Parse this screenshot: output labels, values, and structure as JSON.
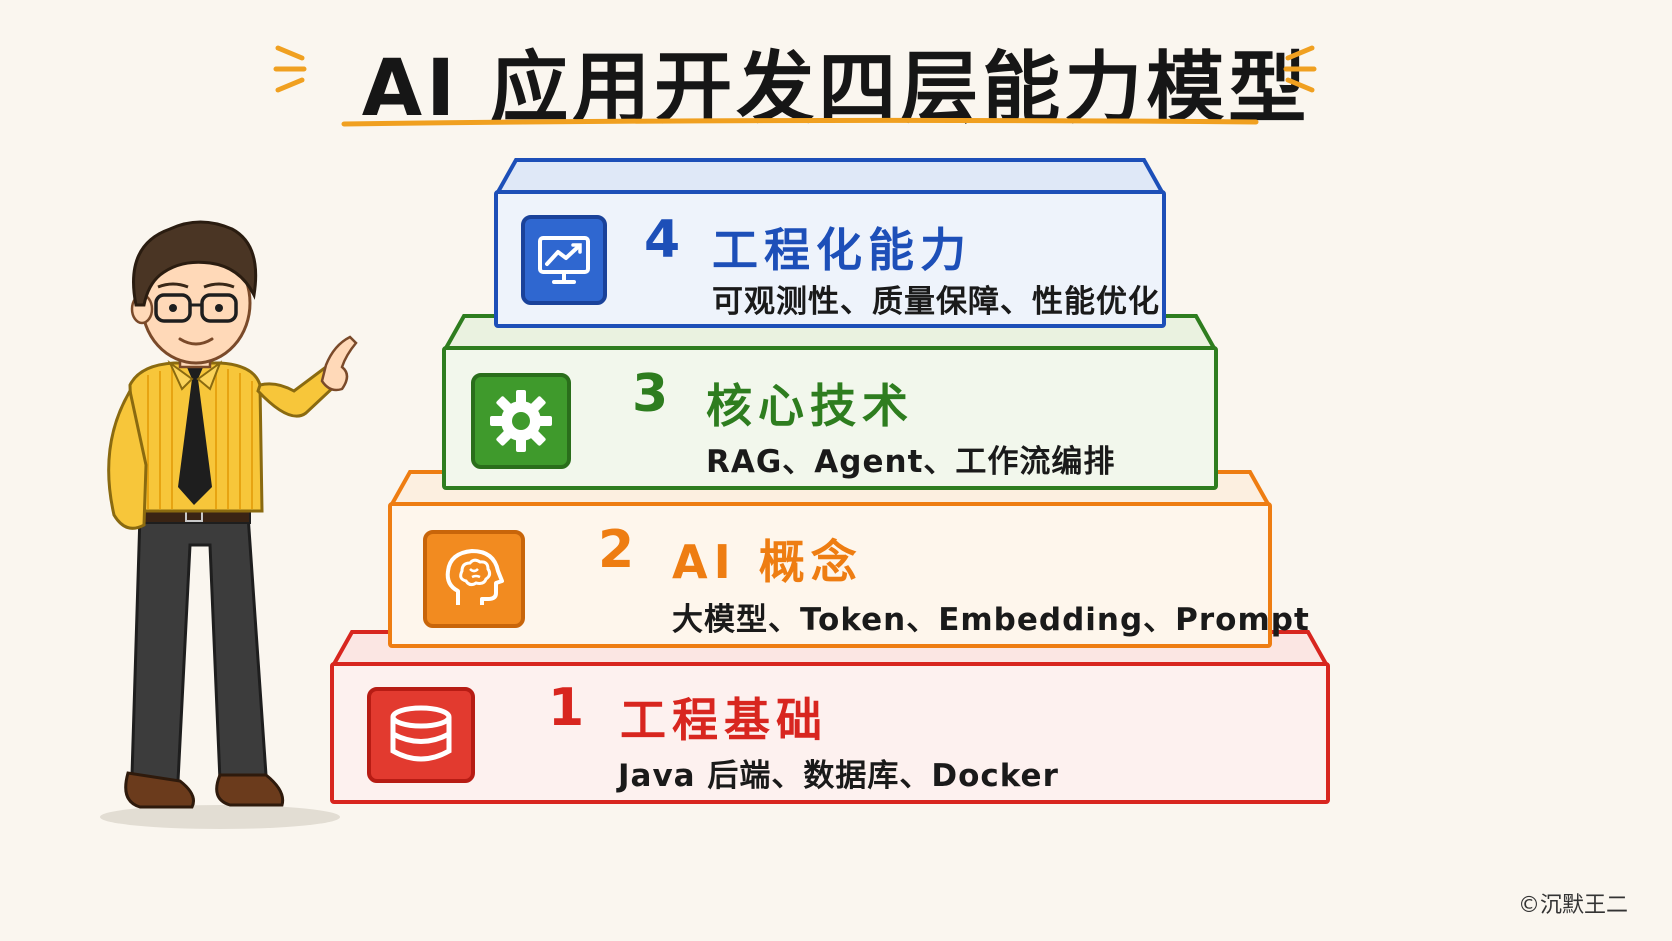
{
  "title": "AI 应用开发四层能力模型",
  "layers": [
    {
      "number": "4",
      "heading": "工程化能力",
      "subtitle": "可观测性、质量保障、性能优化",
      "icon": "monitor-chart-icon",
      "color": "#1d4fb8",
      "fill": "#dfe8f7"
    },
    {
      "number": "3",
      "heading": "核心技术",
      "subtitle": "RAG、Agent、工作流编排",
      "icon": "gear-icon",
      "color": "#2e7d1f",
      "fill": "#eaf2e0"
    },
    {
      "number": "2",
      "heading": "AI 概念",
      "subtitle": "大模型、Token、Embedding、Prompt",
      "icon": "head-brain-icon",
      "color": "#ee7d12",
      "fill": "#fcefe0"
    },
    {
      "number": "1",
      "heading": "工程基础",
      "subtitle": "Java 后端、数据库、Docker",
      "icon": "database-icon",
      "color": "#d8261f",
      "fill": "#fbe6e3"
    }
  ],
  "copyright": "©沉默王二"
}
